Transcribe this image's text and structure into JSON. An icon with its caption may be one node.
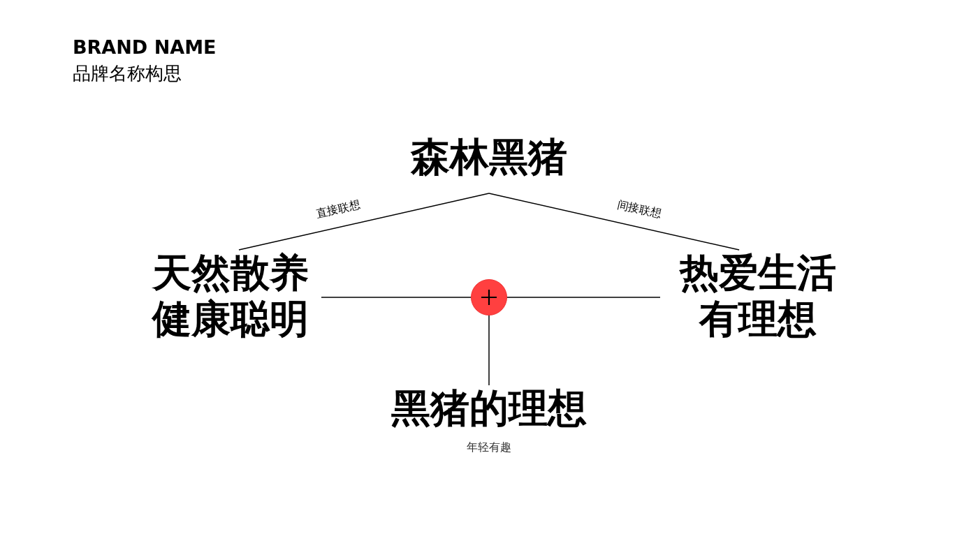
{
  "diagram": {
    "title": "BRAND NAME",
    "nodes": [
      {
        "text": [
          "森林黑猪"
        ]
      },
      {
        "text": [
          "天然散养健康聪明"
        ]
      },
      {
        "text": [
          "热爱生活有理想"
        ]
      },
      {
        "text": [],
        "shape": "circle"
      },
      {
        "text": [
          "黑猪的理想"
        ],
        "beside": [
          "年轻有趣"
        ]
      }
    ],
    "edges": [
      {
        "from": 0,
        "to": 1,
        "arrow": "none",
        "label": "直接联想"
      },
      {
        "from": 0,
        "to": 2,
        "arrow": "none",
        "label": "间接联想"
      },
      {
        "from": 1,
        "to": 3,
        "arrow": "none"
      },
      {
        "from": 3,
        "to": 2,
        "arrow": "none"
      },
      {
        "from": 3,
        "to": 4,
        "arrow": "none"
      }
    ],
    "labels": [
      "品牌名称构思"
    ]
  }
}
